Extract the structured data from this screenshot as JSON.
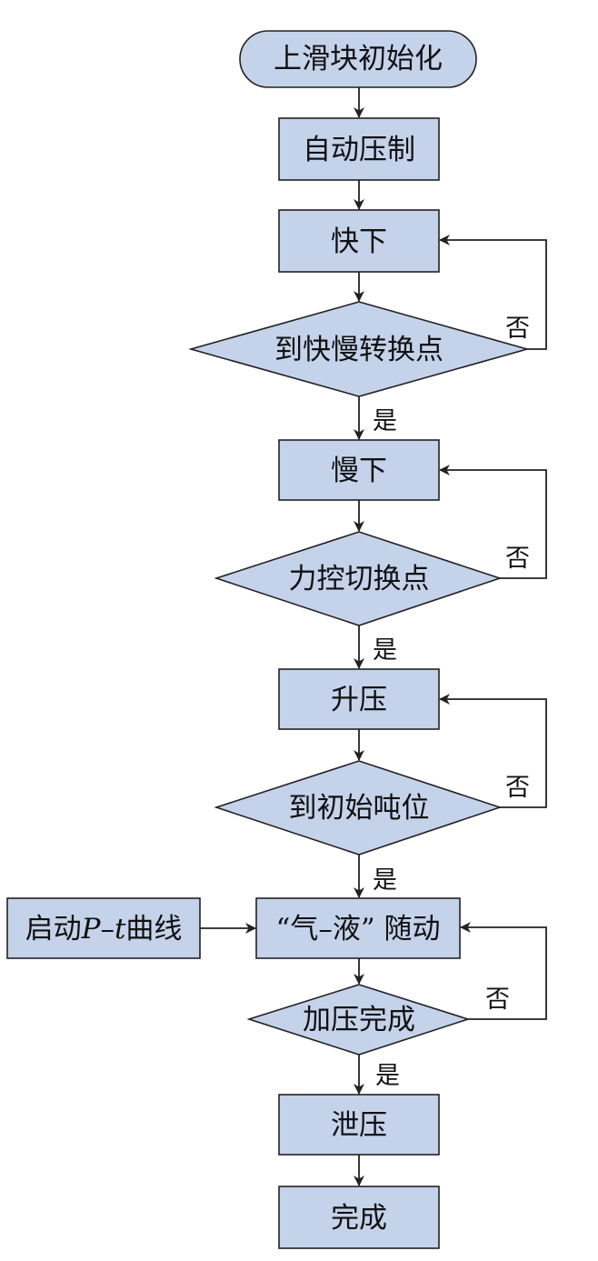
{
  "flowchart": {
    "steps": {
      "init": "上滑块初始化",
      "auto_press": "自动压制",
      "fast_down": "快下",
      "check_switch_point": "到快慢转换点",
      "slow_down": "慢下",
      "check_force_point": "力控切换点",
      "pressurize": "升压",
      "check_tonnage": "到初始吨位",
      "gas_liquid_follow": "“气–液” 随动",
      "start_curve_prefix": "启动",
      "start_curve_p": "P",
      "start_curve_dash": "–",
      "start_curve_t": "t",
      "start_curve_suffix": "曲线",
      "check_pressurize_done": "加压完成",
      "release_pressure": "泄压",
      "done": "完成"
    },
    "branch_labels": {
      "yes": "是",
      "no": "否"
    },
    "colors": {
      "node_fill": "#c5d3ea",
      "node_stroke": "#222222",
      "text": "#111111"
    }
  }
}
